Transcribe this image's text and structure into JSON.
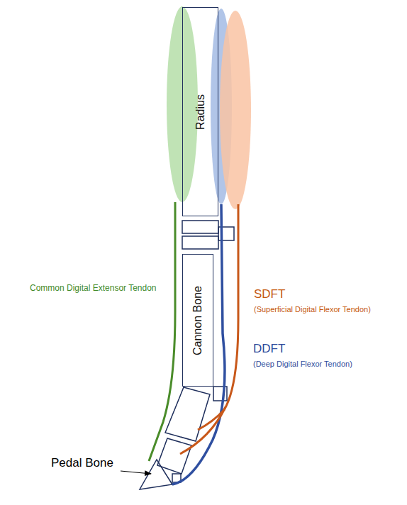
{
  "diagram": {
    "nodes": [
      {
        "text": [
          "Radius"
        ]
      },
      {
        "text": [
          "Cannon Bone"
        ]
      }
    ],
    "labels": [
      "Common Digital Extensor Tendon",
      "SDFT",
      "(Superficial Digital Flexor Tendon)",
      "DDFT",
      "(Deep Digital Flexor Tendon)",
      "Pedal Bone"
    ]
  }
}
